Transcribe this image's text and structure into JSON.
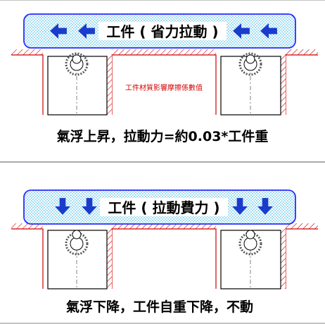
{
  "top": {
    "workpiece_label": "工件 ( 省力拉動 )",
    "arrow_direction": "left",
    "friction_note": "工件材質影響摩擦係數值",
    "caption": "氣浮上昇，拉動力=約0.03*工件重"
  },
  "bottom": {
    "workpiece_label": "工件 ( 拉動費力 )",
    "arrow_direction": "down",
    "caption": "氣浮下降，工件自重下降，不動"
  },
  "colors": {
    "arrow": "#1a3ccc",
    "outline": "#2b2bff",
    "dots": "#33b5e5",
    "hatch": "#d00000",
    "note": "#d40000"
  },
  "icons": [
    "left-arrow-icon",
    "down-arrow-icon",
    "ball-transfer-icon"
  ]
}
